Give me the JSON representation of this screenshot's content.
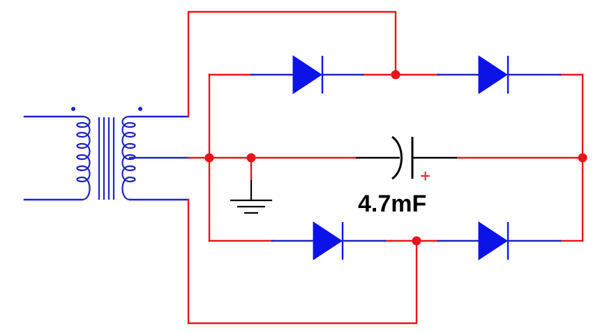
{
  "capacitor": {
    "value_label": "4.7mF",
    "polarity_symbol": "+"
  },
  "colors": {
    "wire_red": "#e8141b",
    "wire_blue": "#1f23c4",
    "diode_fill": "#0c13e6",
    "capacitor": "#000000",
    "background": "#ffffff"
  },
  "components": {
    "transformer": "center-tapped-transformer",
    "diodes": 4,
    "capacitor": "polarized-capacitor",
    "ground": "ground-symbol"
  }
}
